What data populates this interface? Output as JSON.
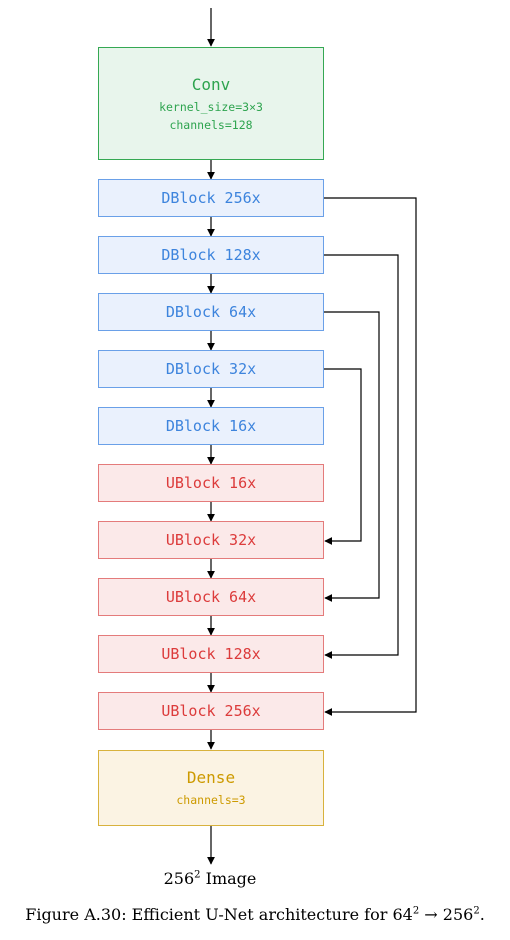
{
  "diagram": {
    "conv": {
      "title": "Conv",
      "kernel": "kernel_size=3×3",
      "channels": "channels=128"
    },
    "down_blocks": [
      "DBlock 256x",
      "DBlock 128x",
      "DBlock 64x",
      "DBlock 32x",
      "DBlock 16x"
    ],
    "up_blocks": [
      "UBlock 16x",
      "UBlock 32x",
      "UBlock 64x",
      "UBlock 128x",
      "UBlock 256x"
    ],
    "dense": {
      "title": "Dense",
      "channels": "channels=3"
    },
    "output": {
      "base": "256",
      "exp": "2",
      "label": " Image"
    },
    "colors": {
      "conv": "#2ea44f",
      "dblock": "#3d84dd",
      "ublock": "#dc3b3b",
      "dense": "#cd9a00"
    }
  },
  "caption": {
    "prefix": "Figure A.30: Efficient U-Net architecture for ",
    "from_base": "64",
    "from_exp": "2",
    "arrow": " → ",
    "to_base": "256",
    "to_exp": "2",
    "suffix": "."
  }
}
